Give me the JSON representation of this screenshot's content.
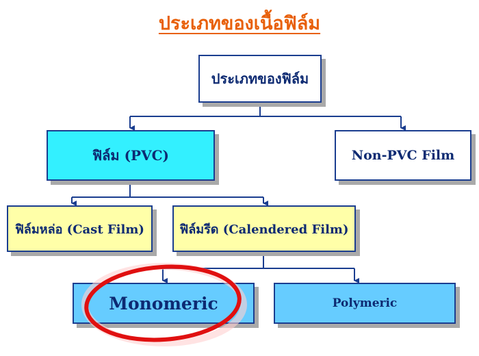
{
  "title": "ประเภทของเนื้อฟิล์ม",
  "nodes": {
    "root": "ประเภทของฟิล์ม",
    "pvc": "ฟิล์ม (PVC)",
    "non_pvc": "Non-PVC Film",
    "cast": "ฟิล์มหล่อ (Cast Film)",
    "calendered": "ฟิล์มรีด (Calendered Film)",
    "monomeric": "Monomeric",
    "polymeric": "Polymeric"
  },
  "highlight": {
    "target": "monomeric",
    "color": "#e01010"
  },
  "colors": {
    "title": "#e8600a",
    "border": "#1a3d8f",
    "pvc_fill": "#33f0ff",
    "level2_fill": "#ffffa8",
    "level3_fill": "#66ccff"
  }
}
